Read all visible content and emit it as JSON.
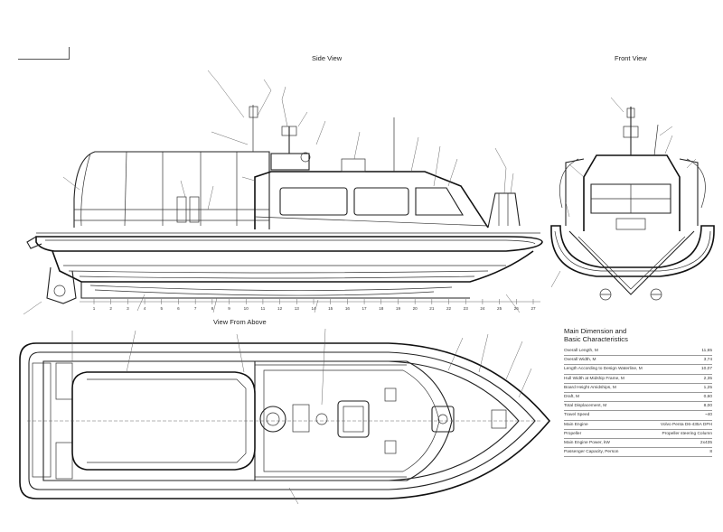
{
  "views": {
    "side": "Side View",
    "front": "Front View",
    "above": "View From Above"
  },
  "stations": [
    "1",
    "2",
    "3",
    "4",
    "5",
    "6",
    "7",
    "8",
    "9",
    "10",
    "11",
    "12",
    "13",
    "14",
    "15",
    "16",
    "17",
    "18",
    "19",
    "20",
    "21",
    "22",
    "23",
    "24",
    "25",
    "26",
    "27"
  ],
  "specs": {
    "title_line1": "Main Dimension and",
    "title_line2": "Basic Characteristics",
    "rows": [
      {
        "label": "Overall Length, M",
        "value": "11,65"
      },
      {
        "label": "Overall Width, M",
        "value": "3,74"
      },
      {
        "label": "Length According to Design Waterline, M",
        "value": "10,07"
      },
      {
        "label": "Hull Width at Midship Frame, M",
        "value": "2,35"
      },
      {
        "label": "Board Height Amidships, M",
        "value": "1,25"
      },
      {
        "label": "Draft, M",
        "value": "0,60"
      },
      {
        "label": "Total Displacement, M",
        "value": "8,00"
      },
      {
        "label": "Travel Speed",
        "value": "~40"
      },
      {
        "label": "Main Engine",
        "value": "Volvo Penta D6-435A DPH"
      },
      {
        "label": "Propeller",
        "value": "Propeller steering Column"
      },
      {
        "label": "Main Engine Power, kW",
        "value": "2x435"
      },
      {
        "label": "Passenger Capacity, Person",
        "value": "8"
      }
    ]
  },
  "colors": {
    "line": "#222222",
    "fender": "#999999",
    "background": "#ffffff"
  }
}
